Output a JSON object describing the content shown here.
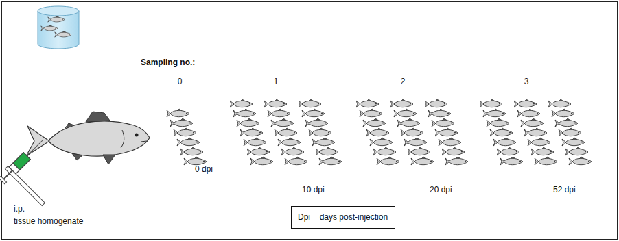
{
  "diagram": {
    "nodes": [
      {
        "text": [
          "Dpi = days post-injection"
        ]
      }
    ],
    "labels": [
      "Sampling no.:",
      "0",
      "1",
      "2",
      "3",
      "0 dpi",
      "10 dpi",
      "20 dpi",
      "52 dpi",
      "i.p.",
      "tissue homogenate"
    ]
  }
}
